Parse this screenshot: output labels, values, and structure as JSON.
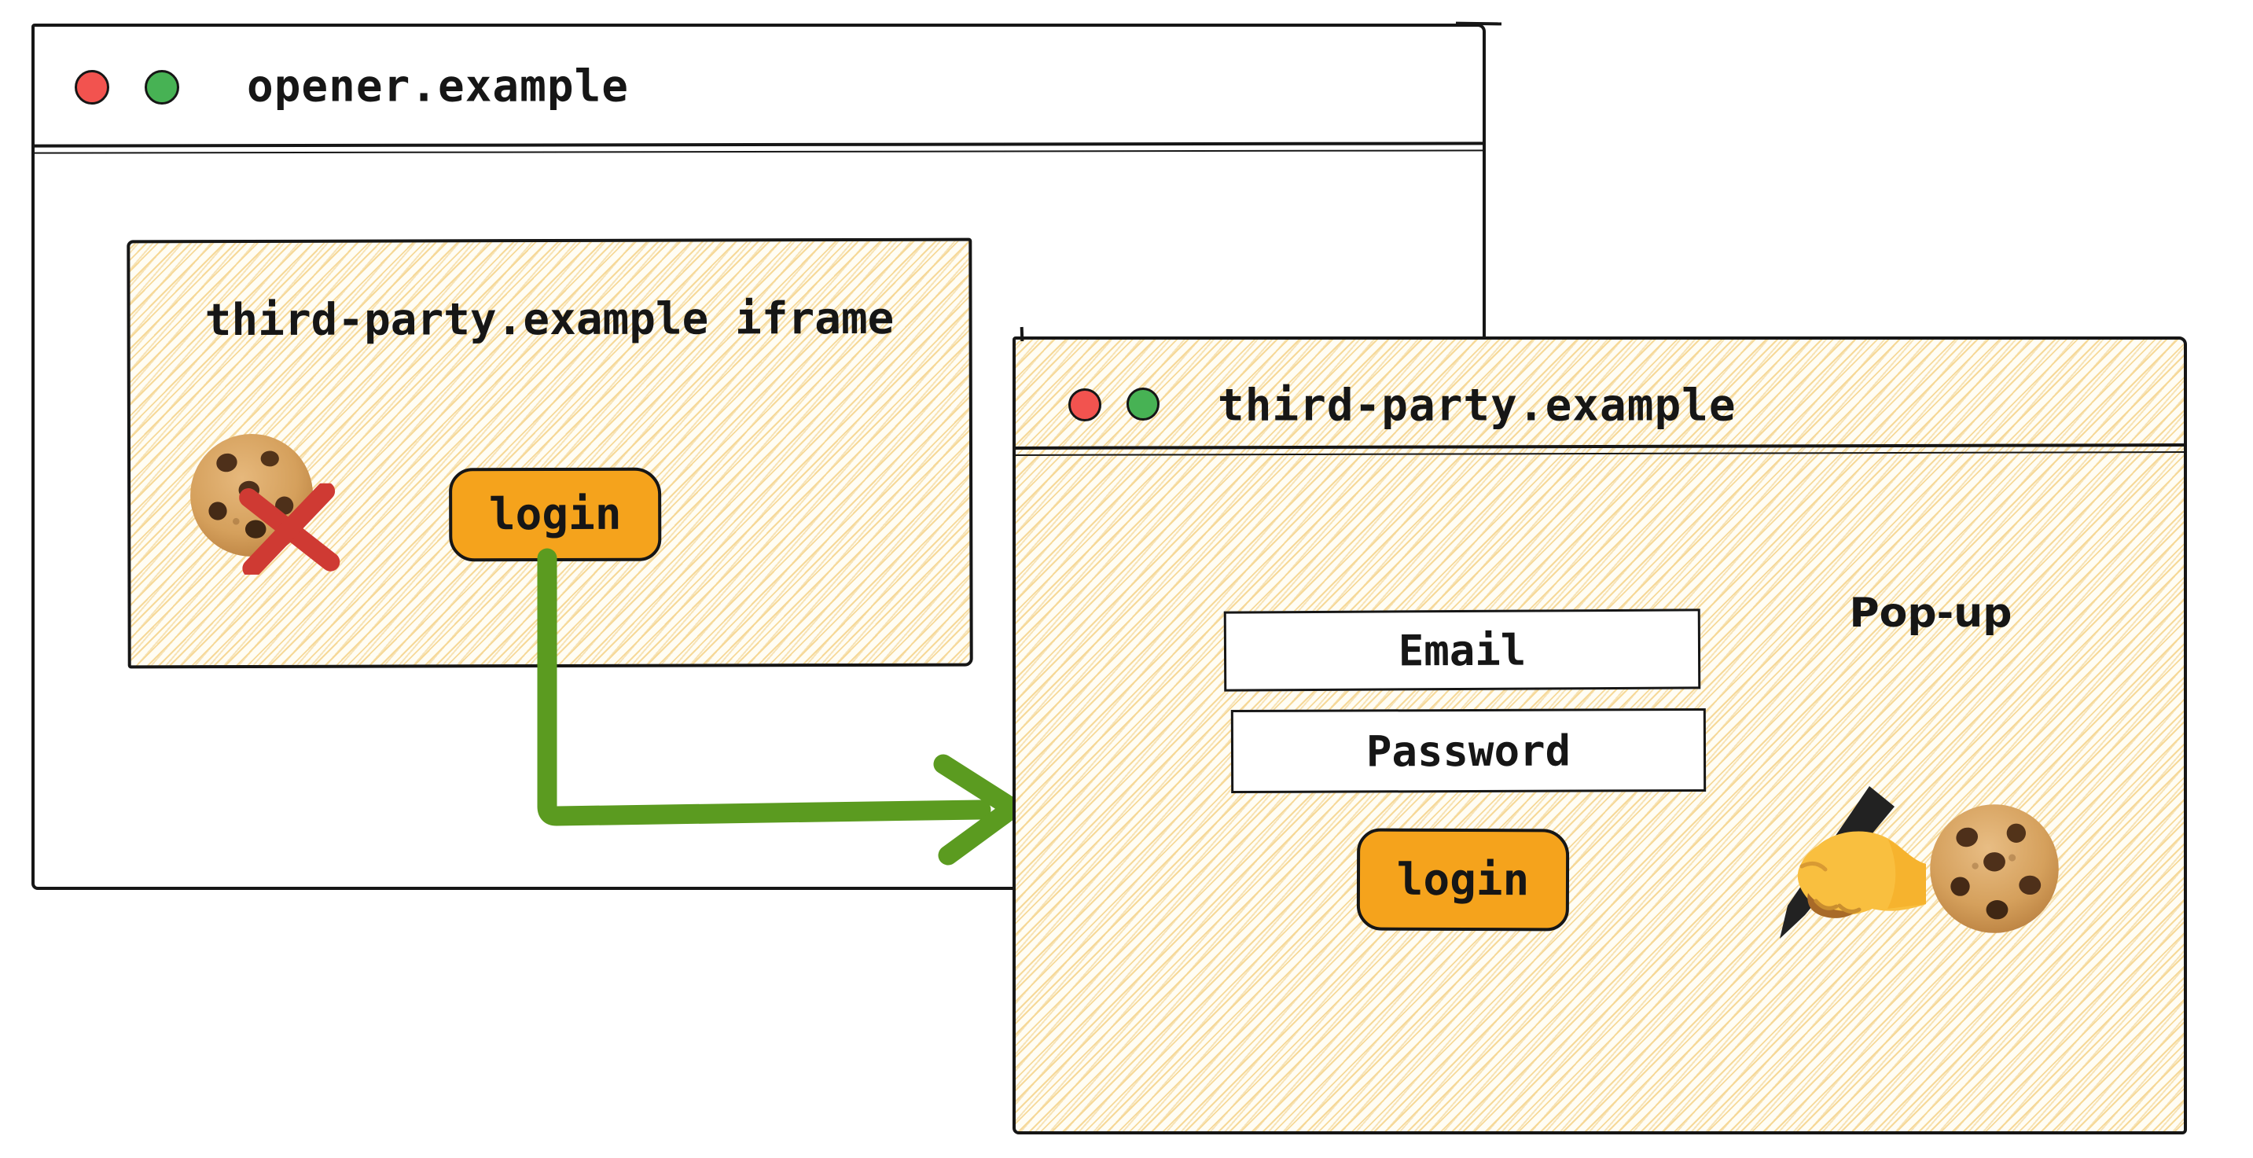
{
  "colors": {
    "ink": "#161616",
    "accent_orange": "#f5a31c",
    "arrow_green": "#5b9b20",
    "traffic_red": "#f2534f",
    "traffic_green": "#47b254",
    "cross_red": "#cf3a33",
    "hatch_gold": "#f4d999",
    "field_white": "#ffffff"
  },
  "opener_window": {
    "title": "opener.example",
    "iframe": {
      "title": "third-party.example iframe",
      "cookie_icon": "cookie-icon",
      "blocked_icon": "blocked-cross-icon",
      "login_button": {
        "label": "login"
      }
    }
  },
  "popup_window": {
    "title": "third-party.example",
    "popup_label": "Pop-up",
    "form": {
      "email_field": {
        "value": "Email"
      },
      "password_field": {
        "value": "Password"
      },
      "login_button": {
        "label": "login"
      }
    },
    "icons": [
      "writing-hand-icon",
      "cookie-icon"
    ]
  },
  "arrow": {
    "name": "login-opens-popup-arrow",
    "direction": "down-then-right"
  }
}
